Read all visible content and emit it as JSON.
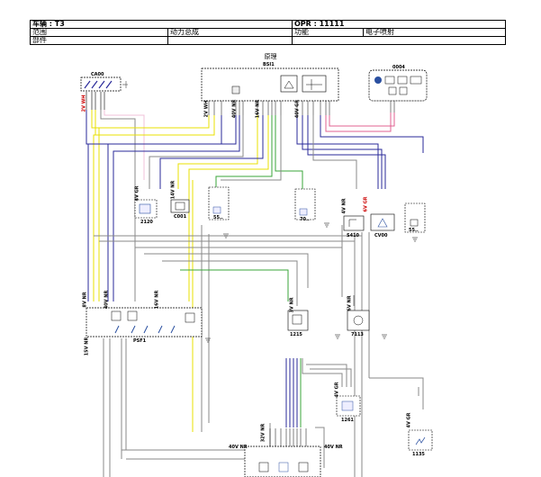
{
  "header": {
    "vehicle_label": "车辆 : T3",
    "opr_label": "OPR : 11111",
    "scope_label": "范围",
    "scope_value": "动力总成",
    "function_label": "功能",
    "function_value": "电子喷射",
    "part_label": "部件",
    "part_value": ""
  },
  "diagram_title": "原理",
  "components": {
    "ca00": "CA00",
    "bsi1": "BSI1",
    "c004": "0004",
    "c2120": "2120",
    "cc001": "C001",
    "c5a": "55..",
    "c70": "70..",
    "s410": "S410",
    "cv00": "CV00",
    "c5b": "55..",
    "psf1": "PSF1",
    "c1215": "1215",
    "c7113": "7113",
    "c1261": "1261",
    "c1135": "1135"
  },
  "connector_labels": {
    "ca00_conn": "2V WH",
    "bsi_a": "2V WH",
    "bsi_b": "40V NR",
    "bsi_c": "16V NR",
    "bsi_d": "40V GR",
    "c2120_conn": "4V GR",
    "c001_conn": "14V NR",
    "psf1_a": "8V NR",
    "psf1_b": "40V NR",
    "psf1_c": "16V NR",
    "psf1_d": "15V NR",
    "c1215_conn": "3V NR",
    "c7113_conn": "6V NR",
    "c1261_conn": "4V GR",
    "c1135_conn": "4V GR",
    "bottom_left": "40V NR",
    "bottom_top": "32V NR",
    "bottom_right": "40V NR",
    "s410_conn": "4V NR",
    "cv00_conn": "6V GR"
  }
}
